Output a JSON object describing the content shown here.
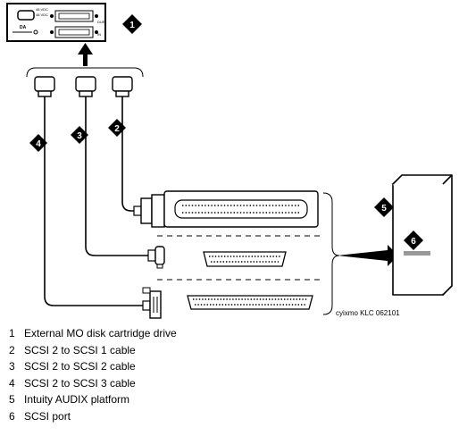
{
  "figure_id": "cyixmo KLC 062101",
  "callouts": [
    {
      "number": "1",
      "label": "External MO disk cartridge drive"
    },
    {
      "number": "2",
      "label": "SCSI 2 to SCSI 1 cable"
    },
    {
      "number": "3",
      "label": "SCSI 2 to SCSI 2 cable"
    },
    {
      "number": "4",
      "label": "SCSI 2 to SCSI 3 cable"
    },
    {
      "number": "5",
      "label": "Intuity AUDIX platform"
    },
    {
      "number": "6",
      "label": "SCSI port"
    }
  ],
  "drive_panel_text": [
    "DA",
    "48 VDC",
    "48 VDC",
    "DUE",
    "IN"
  ]
}
